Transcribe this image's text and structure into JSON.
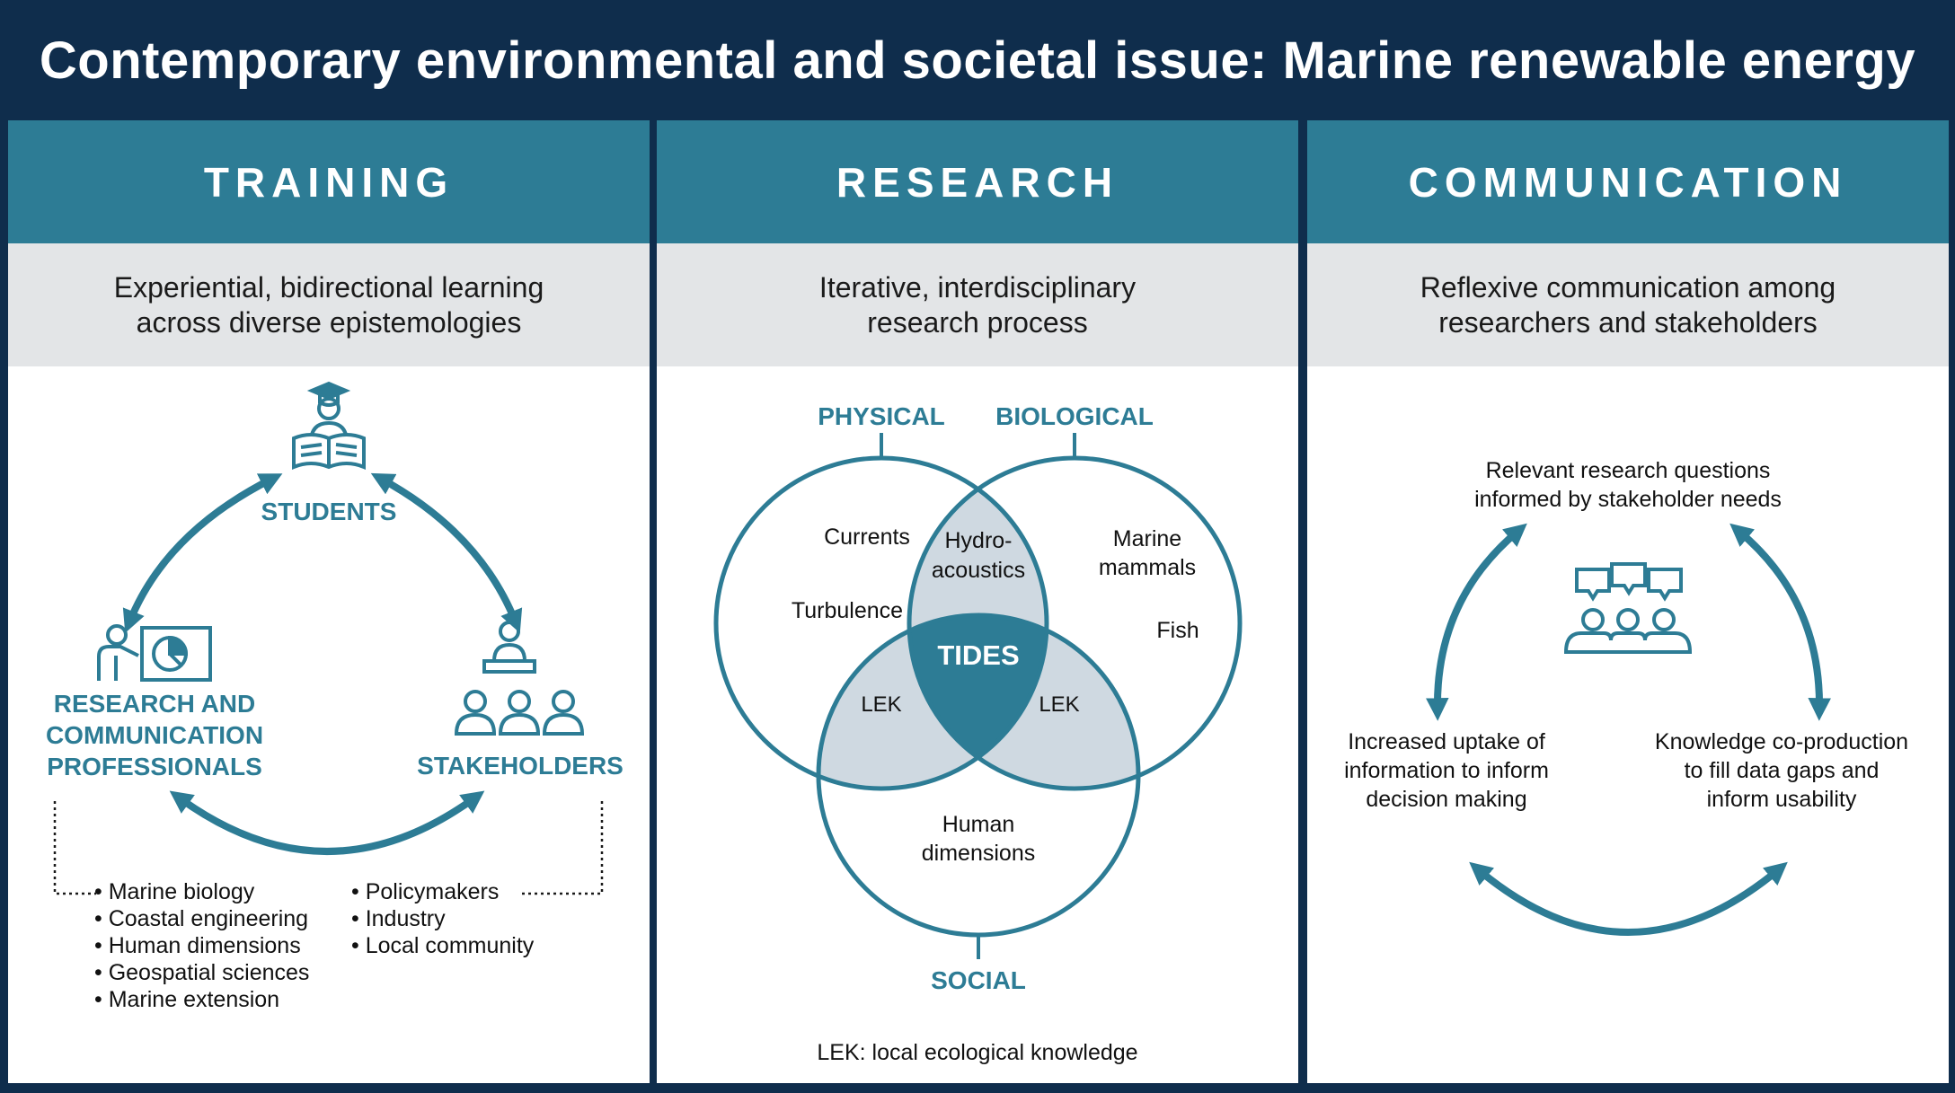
{
  "title": "Contemporary environmental and societal issue: Marine renewable energy",
  "training": {
    "heading": "TRAINING",
    "subtitle": "Experiential, bidirectional learning\nacross diverse epistemologies",
    "students": "STUDENTS",
    "professionals": "RESEARCH AND\nCOMMUNICATION\nPROFESSIONALS",
    "stakeholders": "STAKEHOLDERS",
    "professional_list": [
      "Marine biology",
      "Coastal engineering",
      "Human dimensions",
      "Geospatial sciences",
      "Marine extension"
    ],
    "stakeholder_list": [
      "Policymakers",
      "Industry",
      "Local community"
    ],
    "icons": [
      "graduate-reading-icon",
      "presenter-chart-icon",
      "audience-icon"
    ]
  },
  "research": {
    "heading": "RESEARCH",
    "subtitle": "Iterative, interdisciplinary\nresearch process",
    "physical": "PHYSICAL",
    "biological": "BIOLOGICAL",
    "social": "SOCIAL",
    "currents": "Currents",
    "turbulence": "Turbulence",
    "hydroacoustics": "Hydro-\nacoustics",
    "marine_mammals": "Marine\nmammals",
    "fish": "Fish",
    "tides": "TIDES",
    "lek_left": "LEK",
    "lek_right": "LEK",
    "human_dimensions": "Human\ndimensions",
    "footnote": "LEK: local ecological knowledge"
  },
  "communication": {
    "heading": "COMMUNICATION",
    "subtitle": "Reflexive communication among\nresearchers and stakeholders",
    "top": "Relevant research questions\ninformed by stakeholder needs",
    "left": "Increased uptake of\ninformation to inform\ndecision making",
    "right": "Knowledge co-production\nto fill data gaps and\ninform usability",
    "icons": [
      "group-discussion-icon"
    ]
  },
  "colors": {
    "navy": "#0f2d4c",
    "teal": "#2d7c95",
    "light_gray": "#e3e5e7",
    "venn_fill": "#cfd9e1"
  }
}
